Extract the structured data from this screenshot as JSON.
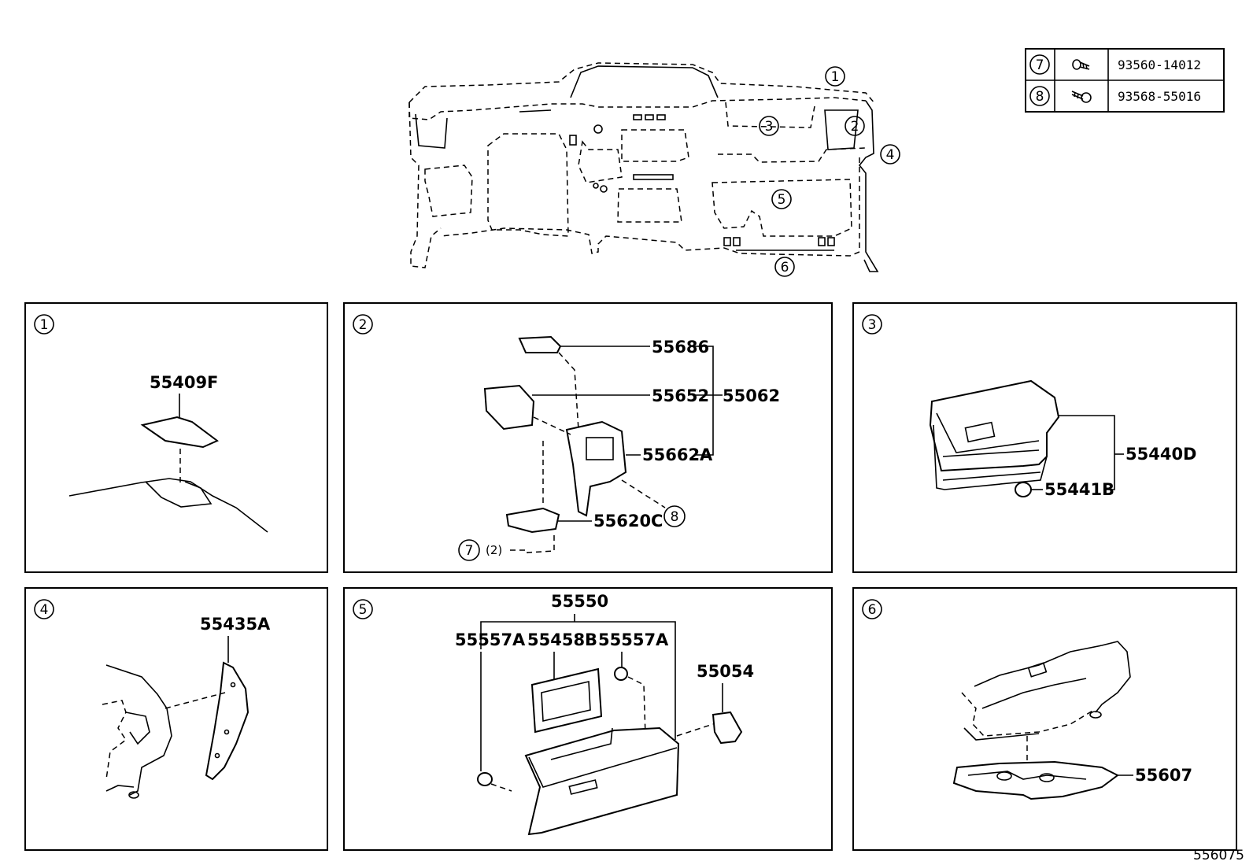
{
  "diagram_number": "556075",
  "fastener_table": [
    {
      "index": "7",
      "part_number": "93560-14012",
      "icon": "screw-icon"
    },
    {
      "index": "8",
      "part_number": "93568-55016",
      "icon": "screw-icon"
    }
  ],
  "overview_callouts": [
    "1",
    "2",
    "3",
    "4",
    "5",
    "6"
  ],
  "panels": [
    {
      "index": "1",
      "parts": [
        "55409F"
      ]
    },
    {
      "index": "2",
      "parts": [
        "55686",
        "55652",
        "55062",
        "55662A",
        "55620C"
      ],
      "refs": [
        "8",
        "7"
      ],
      "qty": "(2)"
    },
    {
      "index": "3",
      "parts": [
        "55440D",
        "55441B"
      ]
    },
    {
      "index": "4",
      "parts": [
        "55435A"
      ]
    },
    {
      "index": "5",
      "parts": [
        "55550",
        "55557A",
        "55458B",
        "55557A",
        "55054"
      ]
    },
    {
      "index": "6",
      "parts": [
        "55607"
      ]
    }
  ]
}
